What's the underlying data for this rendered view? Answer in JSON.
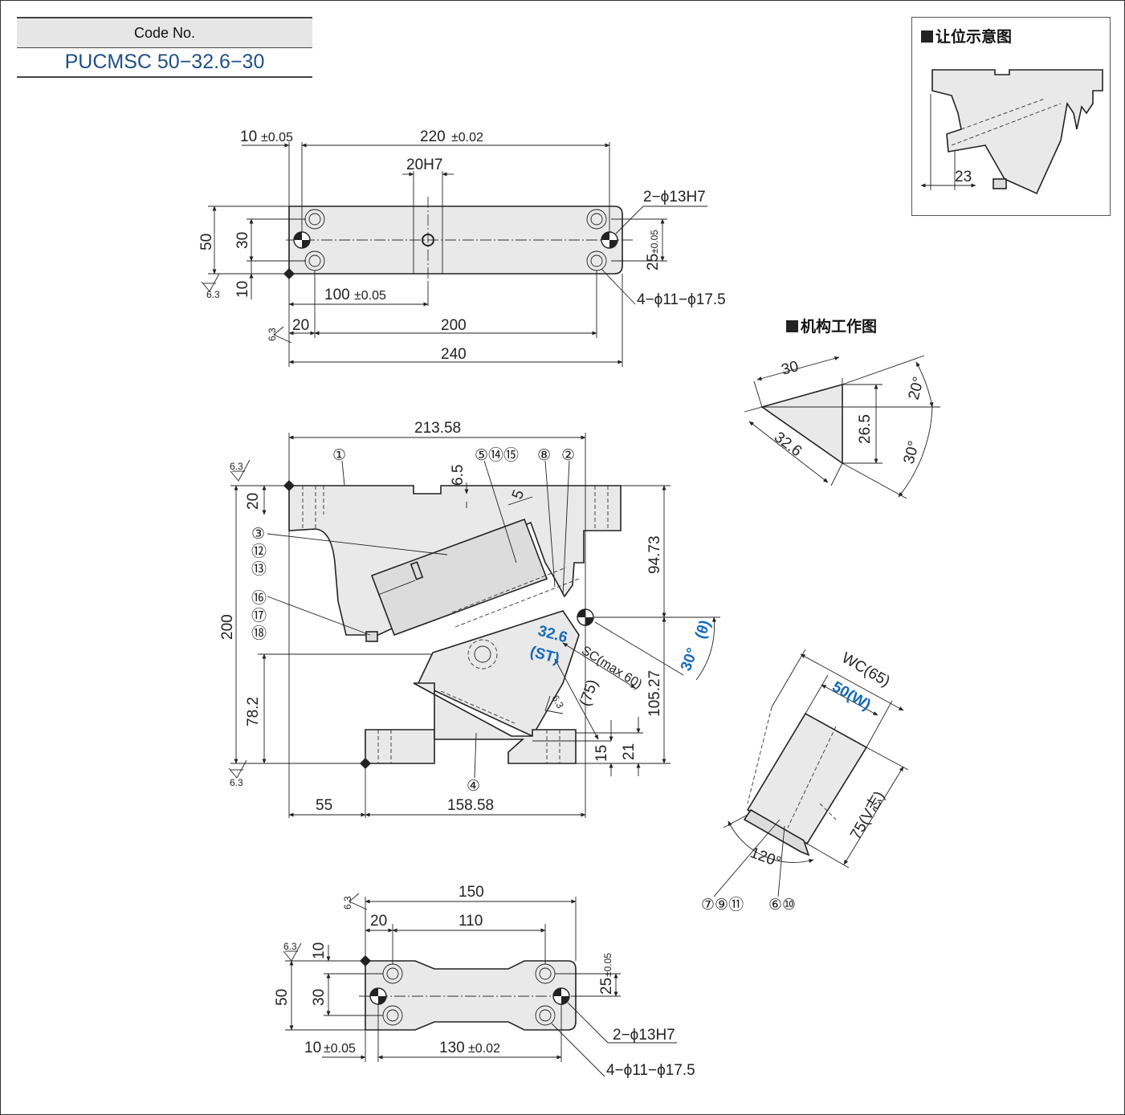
{
  "code": {
    "header": "Code No.",
    "value": "PUCMSC 50−32.6−30"
  },
  "clearance": {
    "title": "让位示意图",
    "dim": "23"
  },
  "mechanism": {
    "title": "机构工作图",
    "dims": {
      "top": "30",
      "height": "26.5",
      "hyp": "32.6",
      "ang1": "20°",
      "ang2": "30°"
    }
  },
  "top_view": {
    "dims": {
      "left_tol": "10",
      "left_tol_sub": "±0.05",
      "span": "220",
      "span_sub": "±0.02",
      "slot": "20H7",
      "h50": "50",
      "h30": "30",
      "h10": "10",
      "h25": "25",
      "h25_sub": "±0.05",
      "x100": "100",
      "x100_sub": "±0.05",
      "x20": "20",
      "x200": "200",
      "x240": "240"
    },
    "holes_dowel": "2−ϕ13H7",
    "holes_bolt": "4−ϕ11−ϕ17.5",
    "rough": "6.3"
  },
  "front_view": {
    "dims": {
      "w213": "213.58",
      "d65": "6.5",
      "d5": "5",
      "d20": "20",
      "d200": "200",
      "d782": "78.2",
      "d9473": "94.73",
      "d10527": "105.27",
      "d15": "15",
      "d21": "21",
      "d55": "55",
      "d15858": "158.58",
      "d75": "(75)",
      "sc": "SC(max 60)"
    },
    "stroke": "32.6",
    "stroke_sub": "(ST)",
    "angle": "30°",
    "angle_sub": "(θ)",
    "parts": [
      "①",
      "②",
      "③",
      "④",
      "⑤⑭⑮",
      "⑧",
      "⑫",
      "⑬",
      "⑯",
      "⑰",
      "⑱"
    ],
    "rough": "6.3"
  },
  "side_view": {
    "wc": "WC(65)",
    "w": "50(W)",
    "v": "75(V志)",
    "angle": "120°",
    "parts_a": "⑦⑨⑪",
    "parts_b": "⑥⑩"
  },
  "bottom_view": {
    "dims": {
      "w150": "150",
      "w20": "20",
      "w110": "110",
      "h10": "10",
      "h50": "50",
      "h30": "30",
      "h25": "25",
      "h25_sub": "±0.05",
      "x10": "10",
      "x10_sub": "±0.05",
      "x130": "130",
      "x130_sub": "±0.02"
    },
    "holes_dowel": "2−ϕ13H7",
    "holes_bolt": "4−ϕ11−ϕ17.5",
    "rough": "6.3"
  }
}
